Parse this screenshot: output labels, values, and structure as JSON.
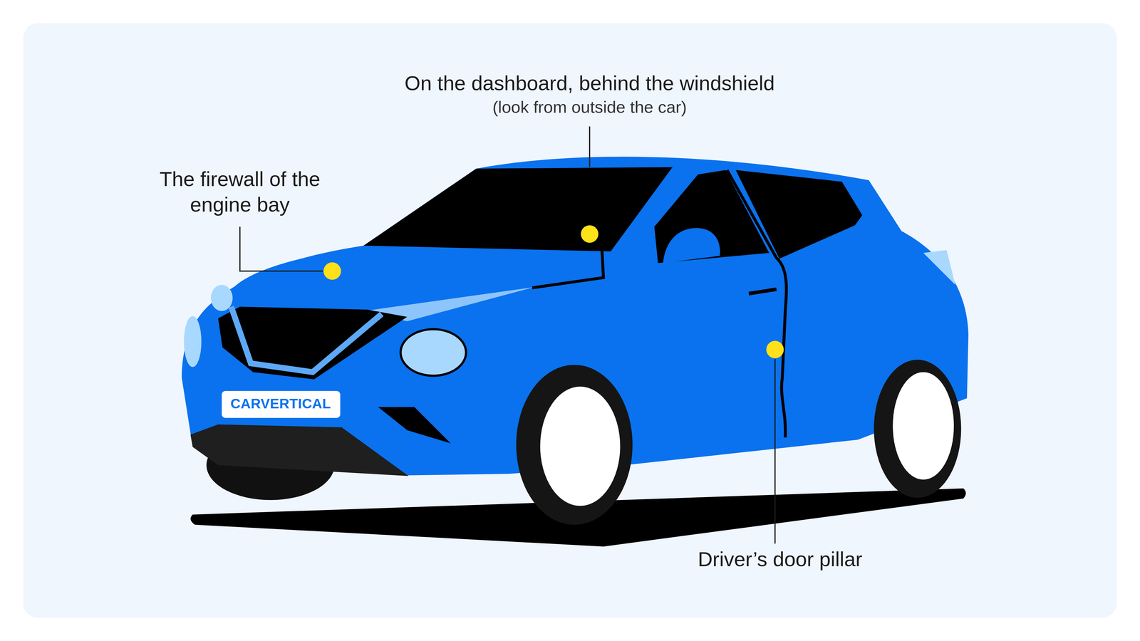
{
  "diagram": {
    "labels": [
      "On the dashboard, behind the windshield",
      "(look from outside the car)",
      "The firewall of the engine bay",
      "Driver’s door pillar",
      "CARVERTICAL"
    ]
  }
}
